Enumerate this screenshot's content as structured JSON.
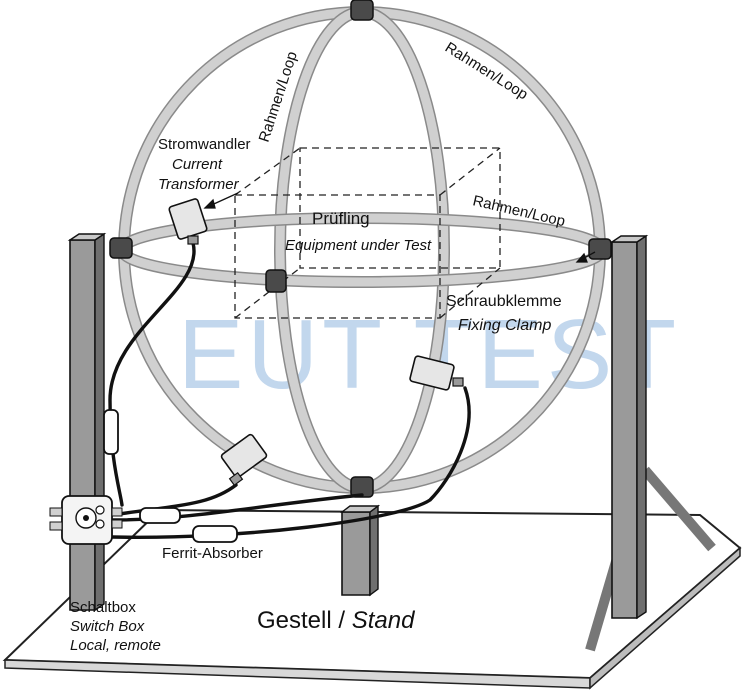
{
  "labels": {
    "loop_left": "Rahmen/Loop",
    "loop_top": "Rahmen/Loop",
    "loop_right": "Rahmen/Loop",
    "current_transformer_de": "Stromwandler",
    "current_transformer_en_1": "Current",
    "current_transformer_en_2": "Transformer",
    "eut_de": "Prüfling",
    "eut_en": "Equipment under Test",
    "clamp_de": "Schraubklemme",
    "clamp_en": "Fixing Clamp",
    "watermark": "EUT TEST",
    "ferrit": "Ferrit-Absorber",
    "switchbox_de": "Schaltbox",
    "switchbox_en": "Switch Box",
    "switchbox_mode": "Local, remote",
    "stand_de": "Gestell /",
    "stand_en": "Stand"
  },
  "colors": {
    "loop": "#c4c4c4",
    "loop_edge": "#8a8a8a",
    "clamp": "#4a4a4a",
    "pillar": "#9a9a9a",
    "watermark": "#7aa7d8",
    "cable": "#111111"
  }
}
